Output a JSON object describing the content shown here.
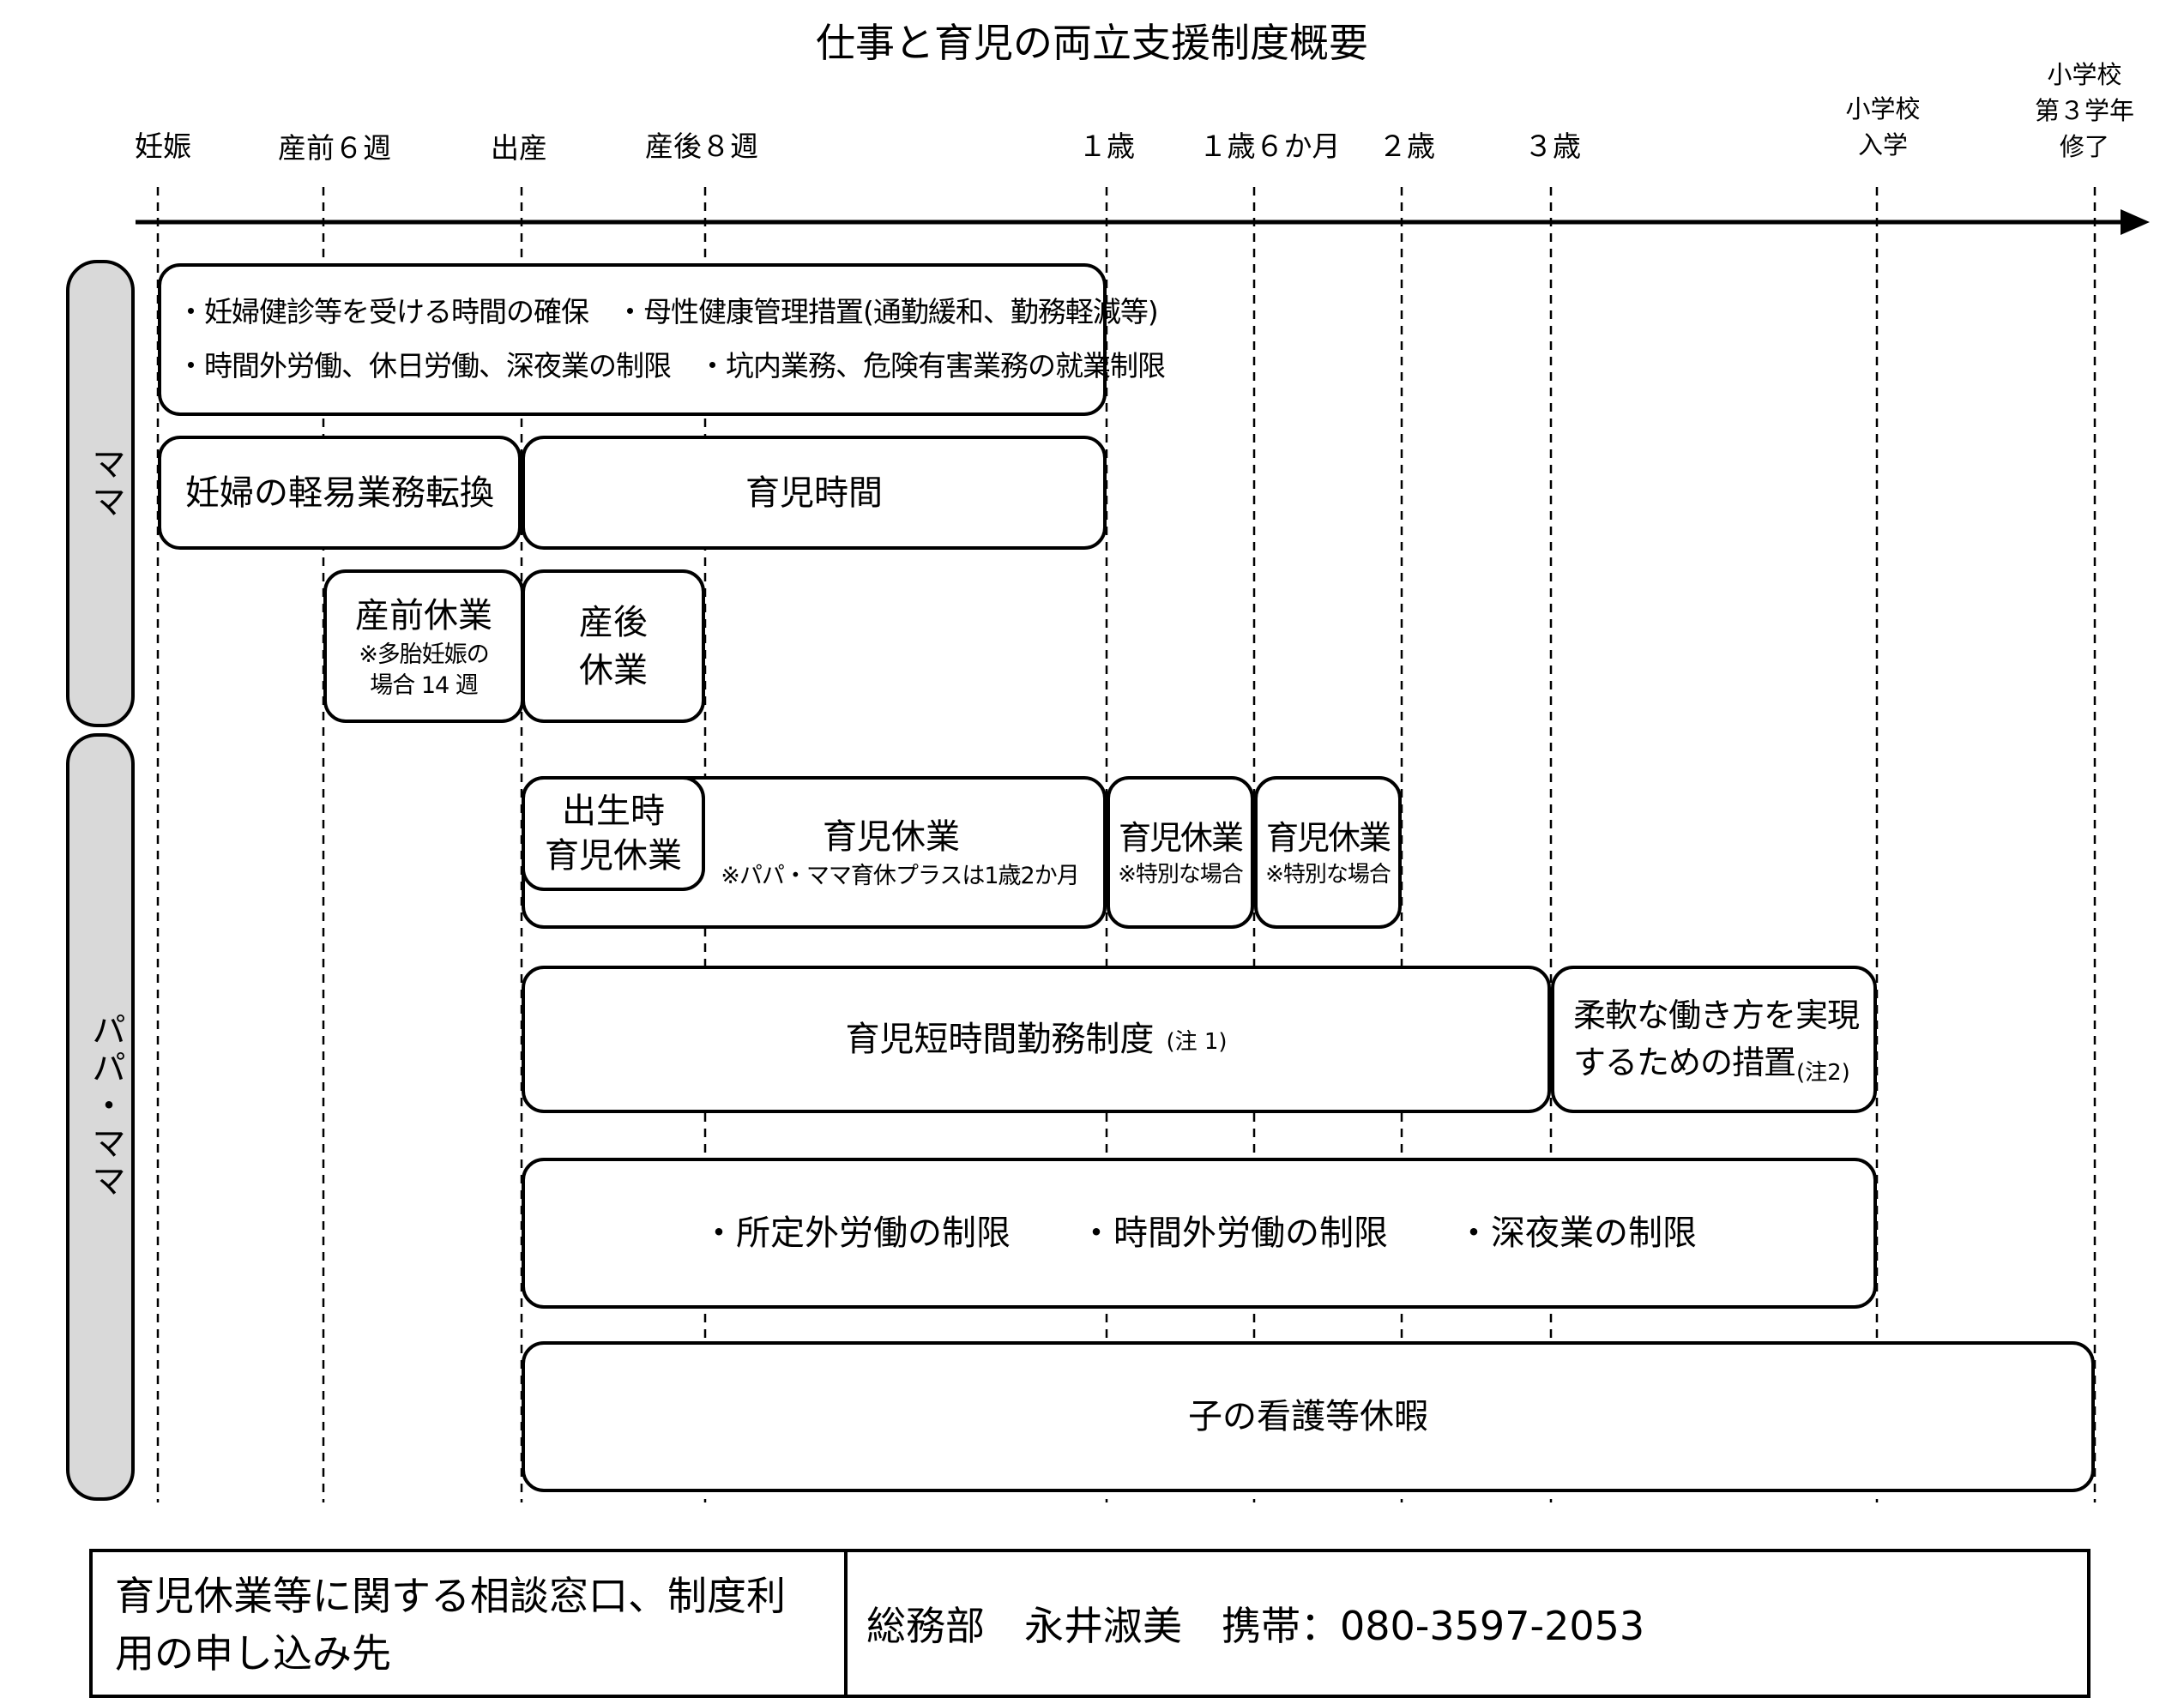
{
  "title": "仕事と育児の両立支援制度概要",
  "timeline": {
    "ticks": [
      {
        "label": "妊娠"
      },
      {
        "label": "産前６週"
      },
      {
        "label": "出産"
      },
      {
        "label": "産後８週"
      },
      {
        "label": "１歳"
      },
      {
        "label": "１歳６か月"
      },
      {
        "label": "２歳"
      },
      {
        "label": "３歳"
      },
      {
        "label": "小学校\n入学"
      },
      {
        "label": "小学校\n第３学年\n修了"
      }
    ]
  },
  "sides": {
    "mama": "ママ",
    "papa_mama": "パパ・ママ"
  },
  "boxes": {
    "health_line1": "・妊婦健診等を受ける時間の確保　・母性健康管理措置(通勤緩和、勤務軽減等)",
    "health_line2": "・時間外労働、休日労働、深夜業の制限　・坑内業務、危険有害業務の就業制限",
    "light_work": "妊婦の軽易業務転換",
    "childcare_time": "育児時間",
    "prenatal_leave": "産前休業",
    "prenatal_note": "※多胎妊娠の\n場合 14 週",
    "postnatal_leave": "産後\n休業",
    "birth_leave": "出生時\n育児休業",
    "childcare_leave": "育児休業",
    "childcare_leave_note": "※パパ・ママ育休プラスは1歳2か月",
    "leave_ext1": "育児休業",
    "leave_ext1_note": "※特別な場合",
    "leave_ext2": "育児休業",
    "leave_ext2_note": "※特別な場合",
    "short_hours": "育児短時間勤務制度",
    "short_hours_note": "(注 1)",
    "flexible": "柔軟な働き方を実現\nするための措置",
    "flexible_note": "(注2)",
    "limits": "・所定外労働の制限　　・時間外労働の制限　　・深夜業の制限",
    "nursing_leave": "子の看護等休暇"
  },
  "footer": {
    "label": "育児休業等に関する相談窓口、制度利用の申し込み先",
    "contact": "総務部　永井淑美　携帯：080-3597-2053"
  }
}
